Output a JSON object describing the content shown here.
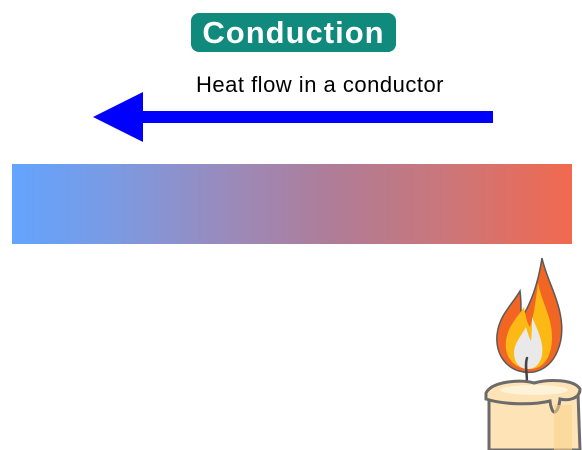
{
  "title": "Conduction",
  "arrow": {
    "label": "Heat flow in a conductor",
    "direction": "left",
    "color": "#0000ff"
  },
  "conductor_bar": {
    "gradient_start_color": "#63a4fe",
    "gradient_end_color": "#f2694f"
  },
  "heat_source": {
    "icon": "candle-icon",
    "flame_colors": [
      "#f26522",
      "#fdb913",
      "#e6e6e6"
    ],
    "wax_color": "#fde3b5"
  },
  "colors": {
    "title_badge": "#0f8a7d",
    "title_text": "#ffffff"
  }
}
